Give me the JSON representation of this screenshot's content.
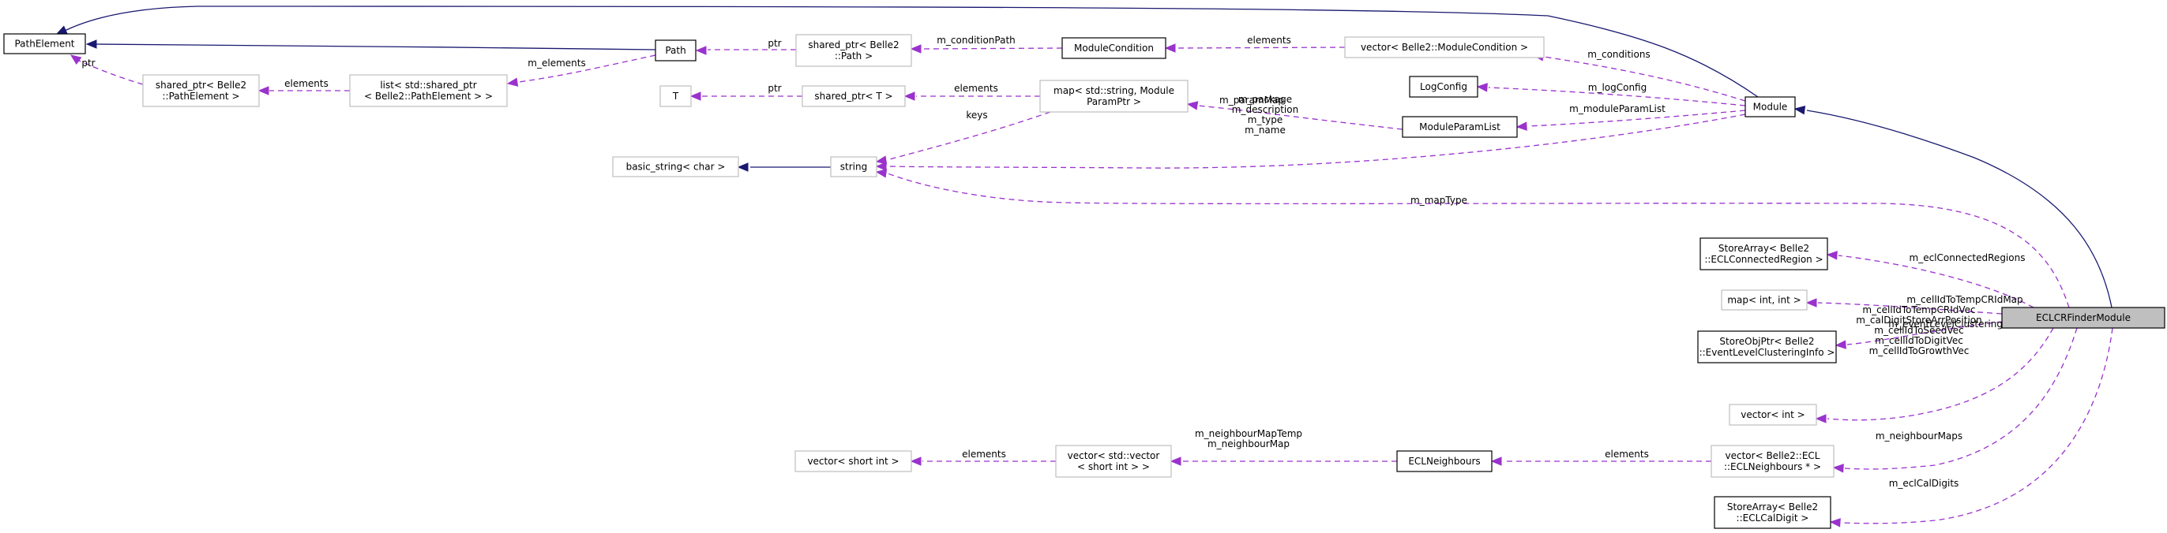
{
  "title": "ECLCRFinderModule collaboration diagram",
  "colors": {
    "inherit_edge": "#191970",
    "use_edge": "#9a32cd",
    "focus_fill": "#bfbfbf",
    "documented_border": "#000000",
    "external_border": "#bfbfbf"
  },
  "nodes": {
    "PathElement": {
      "lines": [
        "PathElement"
      ],
      "kind": "main"
    },
    "SharedPtrPathElement": {
      "lines": [
        "shared_ptr< Belle2",
        "::PathElement >"
      ],
      "kind": "ext"
    },
    "ListSharedPtr": {
      "lines": [
        "list< std::shared_ptr",
        "< Belle2::PathElement > >"
      ],
      "kind": "ext"
    },
    "Path": {
      "lines": [
        "Path"
      ],
      "kind": "main"
    },
    "T": {
      "lines": [
        "T"
      ],
      "kind": "ext"
    },
    "SharedPtrPath": {
      "lines": [
        "shared_ptr< Belle2",
        "::Path >"
      ],
      "kind": "ext"
    },
    "SharedPtrT": {
      "lines": [
        "shared_ptr< T >"
      ],
      "kind": "ext"
    },
    "ModuleCondition": {
      "lines": [
        "ModuleCondition"
      ],
      "kind": "main"
    },
    "MapParamPtr": {
      "lines": [
        "map< std::string, Module",
        "ParamPtr >"
      ],
      "kind": "ext"
    },
    "VectorModuleCondition": {
      "lines": [
        "vector< Belle2::ModuleCondition >"
      ],
      "kind": "ext"
    },
    "LogConfig": {
      "lines": [
        "LogConfig"
      ],
      "kind": "main"
    },
    "ModuleParamList": {
      "lines": [
        "ModuleParamList"
      ],
      "kind": "main"
    },
    "Module": {
      "lines": [
        "Module"
      ],
      "kind": "main"
    },
    "BasicString": {
      "lines": [
        "basic_string< char >"
      ],
      "kind": "ext"
    },
    "String": {
      "lines": [
        "string"
      ],
      "kind": "ext"
    },
    "StoreArrayConnectedRegion": {
      "lines": [
        "StoreArray< Belle2",
        "::ECLConnectedRegion >"
      ],
      "kind": "main"
    },
    "MapIntInt": {
      "lines": [
        "map< int, int >"
      ],
      "kind": "ext"
    },
    "StoreObjPtrELCI": {
      "lines": [
        "StoreObjPtr< Belle2",
        "::EventLevelClusteringInfo >"
      ],
      "kind": "main"
    },
    "ECLCRFinderModule": {
      "lines": [
        "ECLCRFinderModule"
      ],
      "kind": "focus"
    },
    "VectorInt": {
      "lines": [
        "vector< int >"
      ],
      "kind": "ext"
    },
    "VectorECLNeighbours": {
      "lines": [
        "vector< Belle2::ECL",
        "::ECLNeighbours * >"
      ],
      "kind": "ext"
    },
    "StoreArrayCalDigit": {
      "lines": [
        "StoreArray< Belle2",
        "::ECLCalDigit >"
      ],
      "kind": "main"
    },
    "VectorShortInt": {
      "lines": [
        "vector< short int >"
      ],
      "kind": "ext"
    },
    "VectorVectorShortInt": {
      "lines": [
        "vector< std::vector",
        "< short int > >"
      ],
      "kind": "ext"
    },
    "ECLNeighbours": {
      "lines": [
        "ECLNeighbours"
      ],
      "kind": "main"
    }
  },
  "edges": [
    {
      "from": "Module",
      "to": "PathElement",
      "type": "inherit",
      "label": []
    },
    {
      "from": "Path",
      "to": "PathElement",
      "type": "inherit",
      "label": []
    },
    {
      "from": "SharedPtrPathElement",
      "to": "PathElement",
      "type": "use",
      "label": [
        "ptr"
      ]
    },
    {
      "from": "ListSharedPtr",
      "to": "SharedPtrPathElement",
      "type": "use",
      "label": [
        "elements"
      ]
    },
    {
      "from": "Path",
      "to": "ListSharedPtr",
      "type": "use",
      "label": [
        "m_elements"
      ]
    },
    {
      "from": "SharedPtrPath",
      "to": "Path",
      "type": "use",
      "label": [
        "ptr"
      ]
    },
    {
      "from": "ModuleCondition",
      "to": "SharedPtrPath",
      "type": "use",
      "label": [
        "m_conditionPath"
      ]
    },
    {
      "from": "SharedPtrT",
      "to": "T",
      "type": "use",
      "label": [
        "ptr"
      ]
    },
    {
      "from": "MapParamPtr",
      "to": "SharedPtrT",
      "type": "use",
      "label": [
        "elements"
      ]
    },
    {
      "from": "VectorModuleCondition",
      "to": "ModuleCondition",
      "type": "use",
      "label": [
        "elements"
      ]
    },
    {
      "from": "Module",
      "to": "VectorModuleCondition",
      "type": "use",
      "label": [
        "m_conditions"
      ]
    },
    {
      "from": "Module",
      "to": "LogConfig",
      "type": "use",
      "label": [
        "m_logConfig"
      ]
    },
    {
      "from": "Module",
      "to": "ModuleParamList",
      "type": "use",
      "label": [
        "m_moduleParamList"
      ]
    },
    {
      "from": "ModuleParamList",
      "to": "MapParamPtr",
      "type": "use",
      "label": [
        "m_paramMap"
      ]
    },
    {
      "from": "MapParamPtr",
      "to": "String",
      "type": "use",
      "label": [
        "keys"
      ]
    },
    {
      "from": "Module",
      "to": "String",
      "type": "use",
      "label": [
        "m_package",
        "m_description",
        "m_type",
        "m_name"
      ]
    },
    {
      "from": "String",
      "to": "BasicString",
      "type": "inherit",
      "label": []
    },
    {
      "from": "ECLCRFinderModule",
      "to": "String",
      "type": "use",
      "label": [
        "m_mapType"
      ]
    },
    {
      "from": "ECLCRFinderModule",
      "to": "Module",
      "type": "inherit",
      "label": []
    },
    {
      "from": "ECLCRFinderModule",
      "to": "StoreArrayConnectedRegion",
      "type": "use",
      "label": [
        "m_eclConnectedRegions"
      ]
    },
    {
      "from": "ECLCRFinderModule",
      "to": "MapIntInt",
      "type": "use",
      "label": [
        "m_cellIdToTempCRIdMap"
      ]
    },
    {
      "from": "ECLCRFinderModule",
      "to": "StoreObjPtrELCI",
      "type": "use",
      "label": [
        "m_eventLevelClusteringInfo"
      ]
    },
    {
      "from": "ECLCRFinderModule",
      "to": "VectorInt",
      "type": "use",
      "label": [
        "m_cellIdToTempCRIdVec",
        "m_calDigitStoreArrPosition",
        "m_cellIdToSeedVec",
        "m_cellIdToDigitVec",
        "m_cellIdToGrowthVec"
      ]
    },
    {
      "from": "ECLCRFinderModule",
      "to": "VectorECLNeighbours",
      "type": "use",
      "label": [
        "m_neighbourMaps"
      ]
    },
    {
      "from": "ECLCRFinderModule",
      "to": "StoreArrayCalDigit",
      "type": "use",
      "label": [
        "m_eclCalDigits"
      ]
    },
    {
      "from": "VectorECLNeighbours",
      "to": "ECLNeighbours",
      "type": "use",
      "label": [
        "elements"
      ]
    },
    {
      "from": "ECLNeighbours",
      "to": "VectorVectorShortInt",
      "type": "use",
      "label": [
        "m_neighbourMapTemp",
        "m_neighbourMap"
      ]
    },
    {
      "from": "VectorVectorShortInt",
      "to": "VectorShortInt",
      "type": "use",
      "label": [
        "elements"
      ]
    }
  ]
}
